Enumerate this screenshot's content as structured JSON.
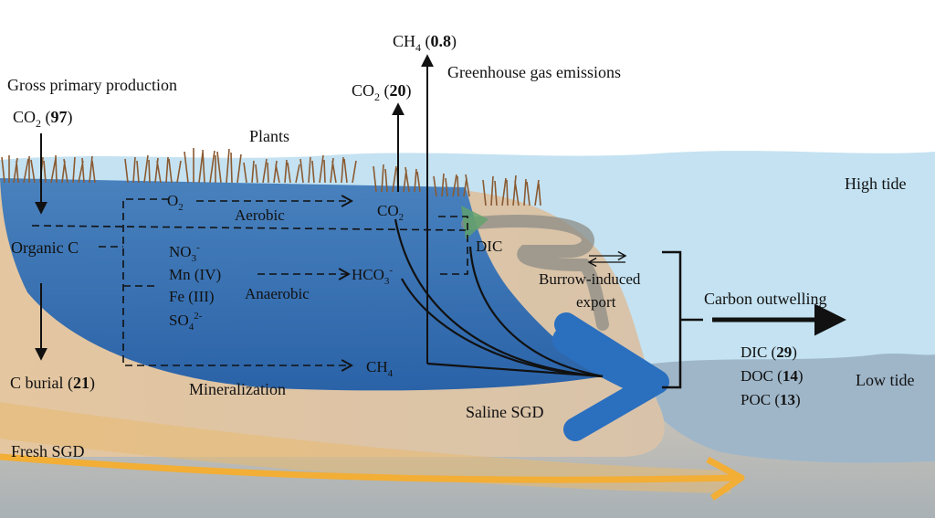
{
  "labels": {
    "gpp_title": "Gross primary production",
    "co2_prefix": "CO",
    "co2_sub": "2",
    "gpp_value": "97",
    "plants": "Plants",
    "ch4_prefix": "CH",
    "ch4_sub": "4",
    "ch4_value": "0.8",
    "co2_emission_value": "20",
    "ghg": "Greenhouse gas emissions",
    "o2_prefix": "O",
    "o2_sub": "2",
    "aerobic": "Aerobic",
    "co2_mid_prefix": "CO",
    "co2_mid_sub": "2",
    "organic_c": "Organic C",
    "no3": "NO",
    "no3_sub": "3",
    "no3_sup": "-",
    "mn": "Mn (IV)",
    "fe": "Fe (III)",
    "so4": "SO",
    "so4_sub": "4",
    "so4_sup": "2-",
    "anaerobic": "Anaerobic",
    "hco3": "HCO",
    "hco3_sub": "3",
    "hco3_sup": "-",
    "dic_mid": "DIC",
    "burrow": "Burrow-induced",
    "export": "export",
    "high_tide": "High tide",
    "outwelling": "Carbon outwelling",
    "c_burial": "C burial (",
    "c_burial_value": "21",
    "ch4_bottom_prefix": "CH",
    "ch4_bottom_sub": "4",
    "mineralization": "Mineralization",
    "dic_out": "DIC (",
    "dic_out_value": "29",
    "doc_out": "DOC (",
    "doc_out_value": "14",
    "poc_out": "POC (",
    "poc_out_value": "13",
    "low_tide": "Low tide",
    "saline_sgd": "Saline SGD",
    "fresh_sgd": "Fresh SGD",
    "open_paren": " (",
    "close_paren": ")"
  },
  "colors": {
    "sky_water": "#cfe6f2",
    "high_water": "#b9dcee",
    "low_water": "#9fb3c6",
    "marsh_top": "#2f6fb2",
    "marsh_bottom": "#1f5fae",
    "sediment": "#d9b890",
    "deep_sediment": "#c9c4bd",
    "fresh_sgd_arrow": "#f0ae3c",
    "saline_sgd_arrow": "#2b6fbf",
    "grass": "#8a5a32"
  }
}
